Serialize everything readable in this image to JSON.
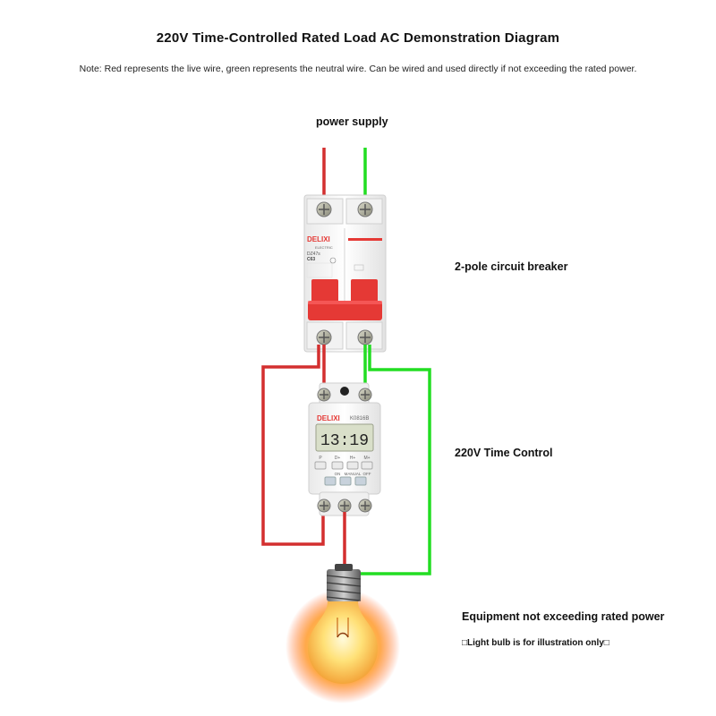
{
  "title": "220V Time-Controlled Rated Load AC Demonstration Diagram",
  "note": "Note: Red represents the live wire, green represents the neutral wire. Can be wired and used directly if not exceeding the rated power.",
  "labels": {
    "power_supply": "power supply",
    "breaker": "2-pole circuit breaker",
    "timer": "220V Time Control",
    "load": "Equipment not exceeding rated power",
    "bulb_note": "□Light bulb is for illustration only□"
  },
  "breaker_device": {
    "brand": "DELIXI",
    "sub_brand": "ELECTRIC",
    "model": "DZ47s",
    "rating": "C63"
  },
  "timer_device": {
    "brand": "DELIXI",
    "model": "K0816B",
    "display_time": "13:19",
    "buttons": [
      "P",
      "D+",
      "H+",
      "M+"
    ],
    "buttons_row2": [
      "ON",
      "MANUAL",
      "OFF"
    ]
  },
  "colors": {
    "live_wire": "#d32f2f",
    "neutral_wire": "#22dd22",
    "breaker_handle": "#e53935",
    "lcd": "#d9dfc9"
  }
}
